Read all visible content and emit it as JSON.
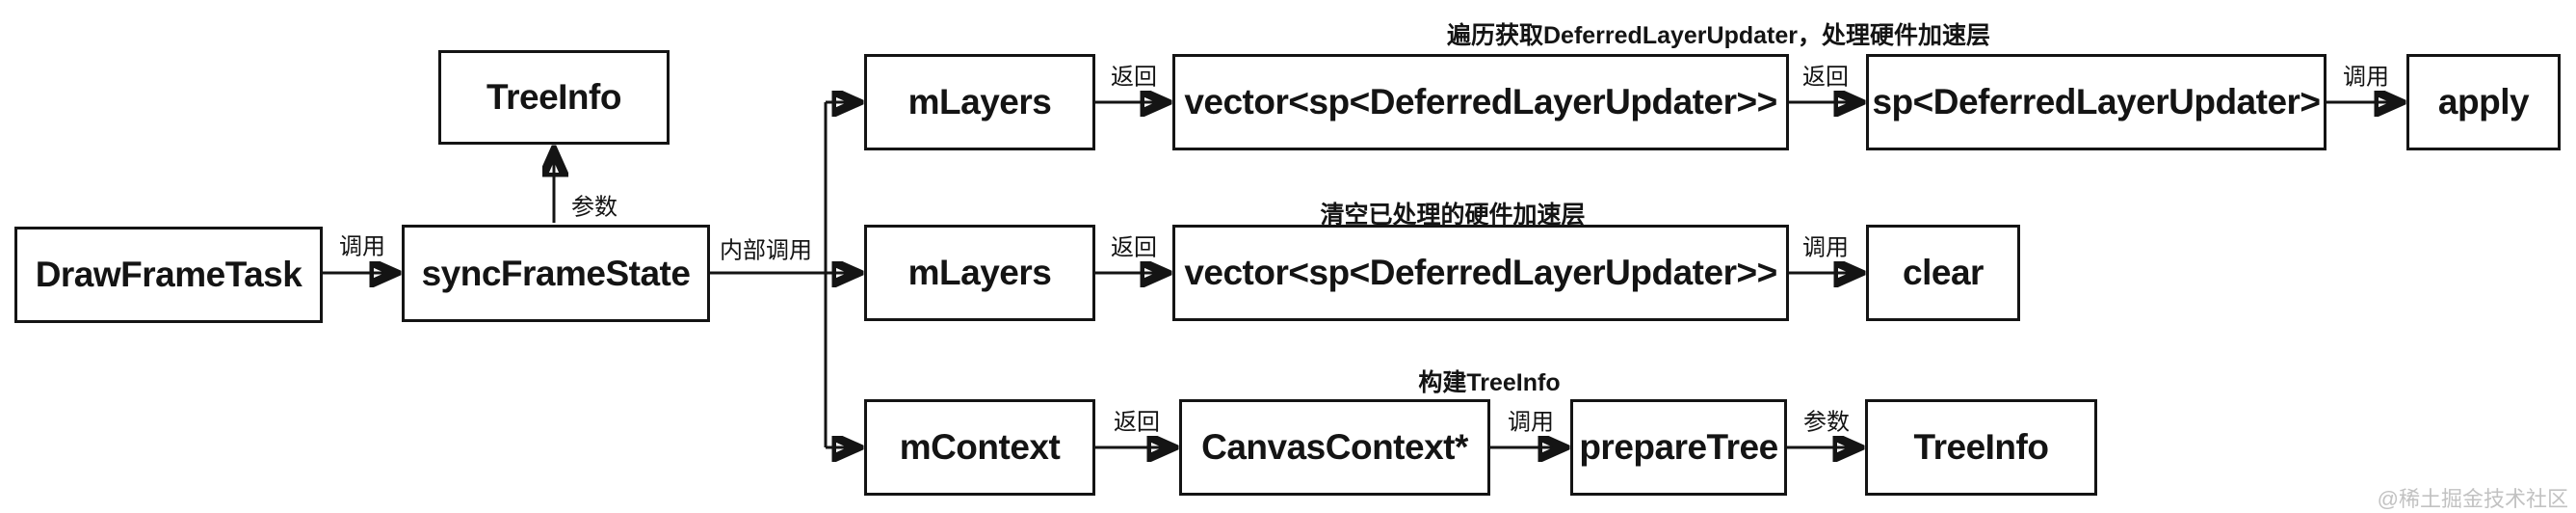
{
  "canvas": {
    "background": "#ffffff",
    "line_color": "#141414",
    "text_color": "#141414"
  },
  "nodes": [
    {
      "id": "drawFrameTask",
      "label": "DrawFrameTask"
    },
    {
      "id": "syncFrameState",
      "label": "syncFrameState"
    },
    {
      "id": "treeInfoTop",
      "label": "TreeInfo"
    },
    {
      "id": "mLayersRow1",
      "label": "mLayers"
    },
    {
      "id": "vectorRow1",
      "label": "vector<sp<DeferredLayerUpdater>>"
    },
    {
      "id": "spDeferred",
      "label": "sp<DeferredLayerUpdater>"
    },
    {
      "id": "apply",
      "label": "apply"
    },
    {
      "id": "mLayersRow2",
      "label": "mLayers"
    },
    {
      "id": "vectorRow2",
      "label": "vector<sp<DeferredLayerUpdater>>"
    },
    {
      "id": "clear",
      "label": "clear"
    },
    {
      "id": "mContext",
      "label": "mContext"
    },
    {
      "id": "canvasContext",
      "label": "CanvasContext*"
    },
    {
      "id": "prepareTree",
      "label": "prepareTree"
    },
    {
      "id": "treeInfoBottom",
      "label": "TreeInfo"
    }
  ],
  "edge_labels": [
    {
      "from": "DrawFrameTask",
      "to": "syncFrameState",
      "label": "调用"
    },
    {
      "from": "syncFrameState",
      "to": "TreeInfo",
      "label": "参数"
    },
    {
      "from": "syncFrameState",
      "to": "branch",
      "label": "内部调用"
    },
    {
      "from": "mLayers-row1",
      "to": "vector-row1",
      "label": "返回"
    },
    {
      "from": "vector-row1",
      "to": "sp<DeferredLayerUpdater>",
      "label": "返回"
    },
    {
      "from": "sp<DeferredLayerUpdater>",
      "to": "apply",
      "label": "调用"
    },
    {
      "from": "mLayers-row2",
      "to": "vector-row2",
      "label": "返回"
    },
    {
      "from": "vector-row2",
      "to": "clear",
      "label": "调用"
    },
    {
      "from": "mContext",
      "to": "CanvasContext*",
      "label": "返回"
    },
    {
      "from": "CanvasContext*",
      "to": "prepareTree",
      "label": "调用"
    },
    {
      "from": "prepareTree",
      "to": "TreeInfo",
      "label": "参数"
    }
  ],
  "annotations": [
    {
      "row": 1,
      "text": "遍历获取DeferredLayerUpdater，处理硬件加速层"
    },
    {
      "row": 2,
      "text": "清空已处理的硬件加速层"
    },
    {
      "row": 3,
      "text": "构建TreeInfo"
    }
  ],
  "watermark": {
    "text": "@稀土掘金技术社区",
    "color": "#c2c2c2"
  }
}
